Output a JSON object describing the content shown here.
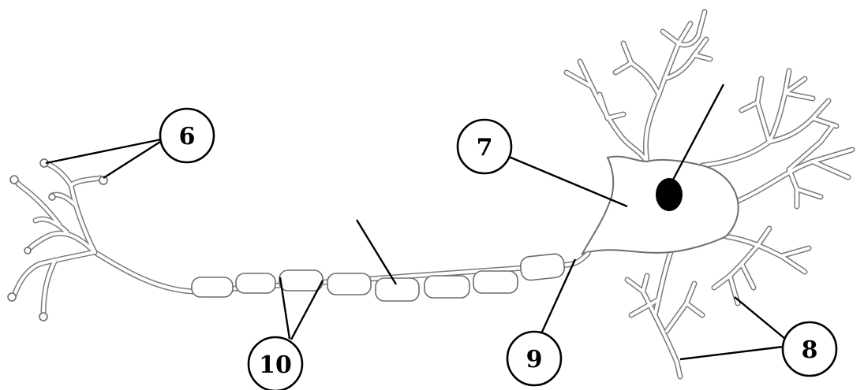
{
  "labels": [
    {
      "id": "label-6",
      "text": "6"
    },
    {
      "id": "label-7",
      "text": "7"
    },
    {
      "id": "label-8",
      "text": "8"
    },
    {
      "id": "label-9",
      "text": "9"
    },
    {
      "id": "label-10",
      "text": "10"
    }
  ],
  "colors": {
    "outline": "#6e6e6e",
    "nucleus": "#000000",
    "leader": "#000000",
    "background": "#ffffff"
  }
}
